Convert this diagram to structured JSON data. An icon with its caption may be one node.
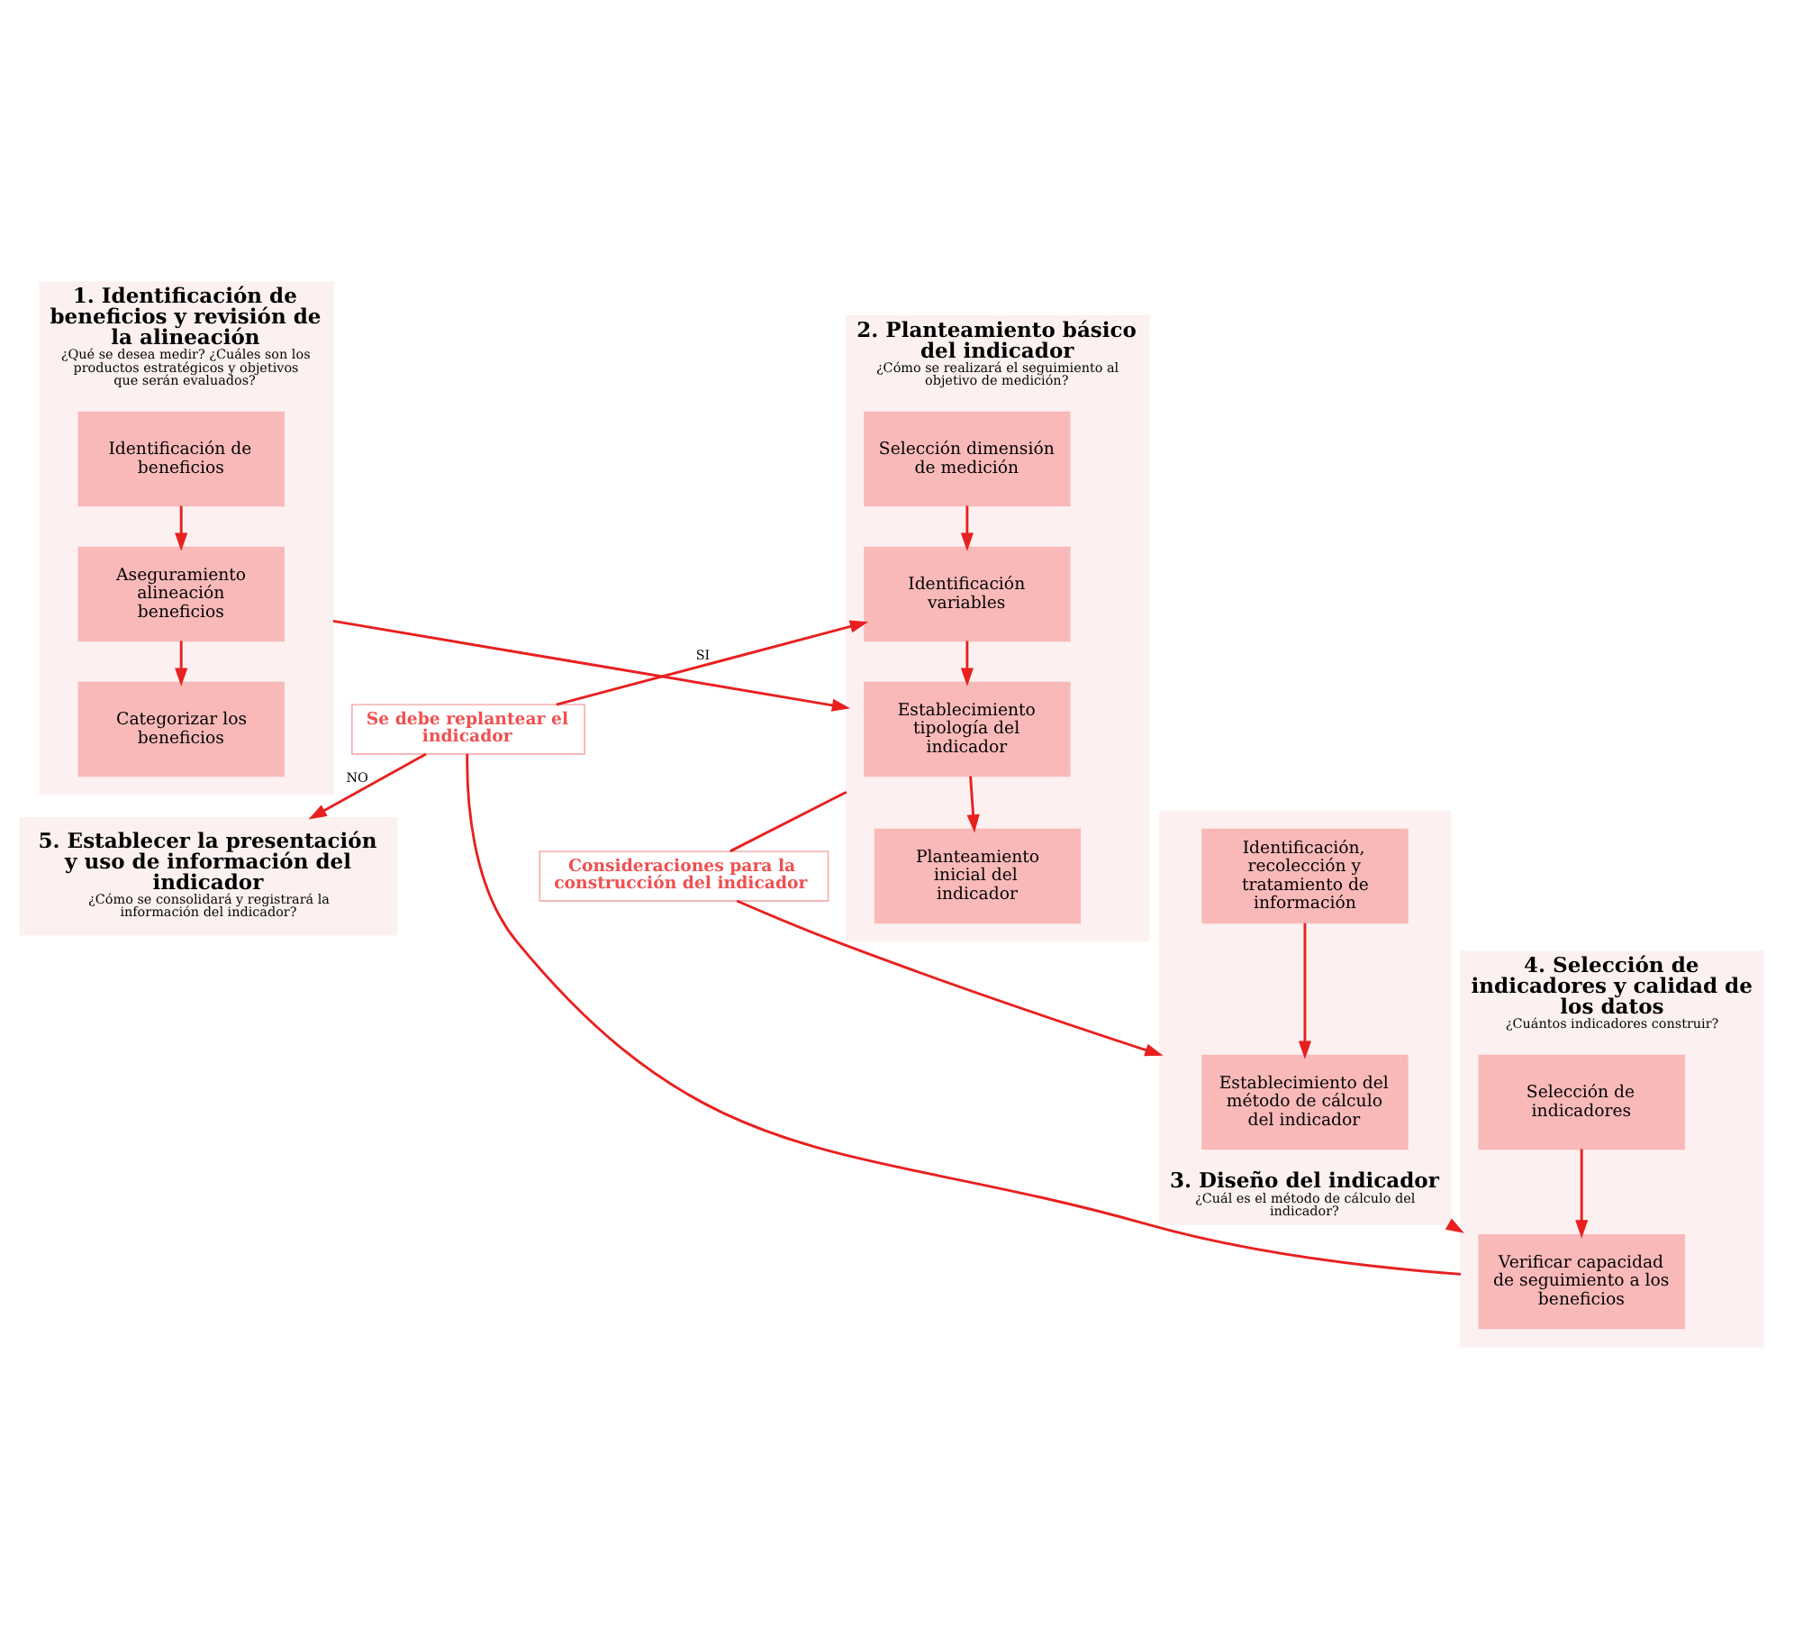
{
  "diagram": {
    "nodes": [
      {
        "text": [
          "1. Identificación de beneficios y revisión de la alineación",
          "¿Qué se desea medir? ¿Cuáles son los productos estratégicos y objetivos que serán evaluados?"
        ]
      },
      {
        "text": [
          "Identificación de beneficios"
        ],
        "in": 0
      },
      {
        "text": [
          "Aseguramiento alineación beneficios"
        ],
        "in": 0
      },
      {
        "text": [
          "Categorizar los beneficios"
        ],
        "in": 0
      },
      {
        "text": [
          "2. Planteamiento básico del indicador",
          "¿Cómo se realizará el seguimiento al objetivo de medición?"
        ]
      },
      {
        "text": [
          "Selección dimensión de medición"
        ],
        "in": 4
      },
      {
        "text": [
          "Identificación variables"
        ],
        "in": 4
      },
      {
        "text": [
          "Establecimiento tipología del indicador"
        ],
        "in": 4
      },
      {
        "text": [
          "Planteamiento inicial del indicador"
        ],
        "in": 4
      },
      {
        "text": [
          "Consideraciones para la construcción del indicador"
        ]
      },
      {
        "text": [
          "3. Diseño del indicador",
          "¿Cuál es el método de cálculo del indicador?"
        ]
      },
      {
        "text": [
          "Identificación, recolección y tratamiento de información"
        ],
        "in": 10
      },
      {
        "text": [
          "Establecimiento del método de cálculo del indicador"
        ],
        "in": 10
      },
      {
        "text": [
          "4. Selección de indicadores y calidad de los datos",
          "¿Cuántos indicadores construir?"
        ]
      },
      {
        "text": [
          "Selección de indicadores"
        ],
        "in": 13
      },
      {
        "text": [
          "Verificar capacidad de seguimiento a los beneficios"
        ],
        "in": 13
      },
      {
        "text": [
          "Se debe replantear el indicador"
        ]
      },
      {
        "text": [
          "5. Establecer la presentación y uso de información del indicador",
          "¿Cómo se consolidará y registrará la información del indicador?"
        ]
      }
    ],
    "edges": [
      {
        "from": 1,
        "to": 2,
        "arrow": "to"
      },
      {
        "from": 2,
        "to": 3,
        "arrow": "to"
      },
      {
        "from": 0,
        "to": 4,
        "arrow": "to"
      },
      {
        "from": 5,
        "to": 6,
        "arrow": "to"
      },
      {
        "from": 6,
        "to": 7,
        "arrow": "to"
      },
      {
        "from": 7,
        "to": 8,
        "arrow": "to"
      },
      {
        "from": 4,
        "to": 9,
        "arrow": "none"
      },
      {
        "from": 9,
        "to": 10,
        "arrow": "to"
      },
      {
        "from": 11,
        "to": 12,
        "arrow": "to"
      },
      {
        "from": 10,
        "to": 13,
        "arrow": "to"
      },
      {
        "from": 14,
        "to": 15,
        "arrow": "to"
      },
      {
        "from": 13,
        "to": 16,
        "arrow": "none"
      },
      {
        "from": 16,
        "to": 6,
        "arrow": "to",
        "label": "SI"
      },
      {
        "from": 16,
        "to": 17,
        "arrow": "to",
        "label": "NO"
      }
    ]
  }
}
